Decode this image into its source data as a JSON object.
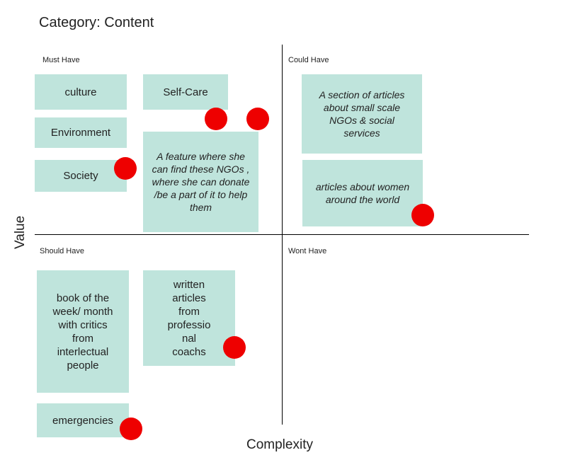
{
  "title": "Category: Content",
  "quadrants": {
    "top_left": "Must Have",
    "top_right": "Could Have",
    "bottom_left": "Should Have",
    "bottom_right": "Wont Have"
  },
  "axes": {
    "y": "Value",
    "x": "Complexity"
  },
  "notes": {
    "culture": "culture",
    "environment": "Environment",
    "society": "Society",
    "self_care": "Self-Care",
    "ngo_feature": "A feature where she can find these NGOs , where she can donate /be a part of it to help them",
    "ngo_articles": "A section of articles about small scale NGOs & social services",
    "women_articles": "articles about women around the world",
    "book_of_week": "book of the week/ month with critics from interlectual people",
    "written_articles": "written articles from professio nal coachs",
    "emergencies": "emergencies"
  },
  "colors": {
    "note": "#bfe4dc",
    "dot": "#ee0000",
    "axis": "#000000"
  }
}
